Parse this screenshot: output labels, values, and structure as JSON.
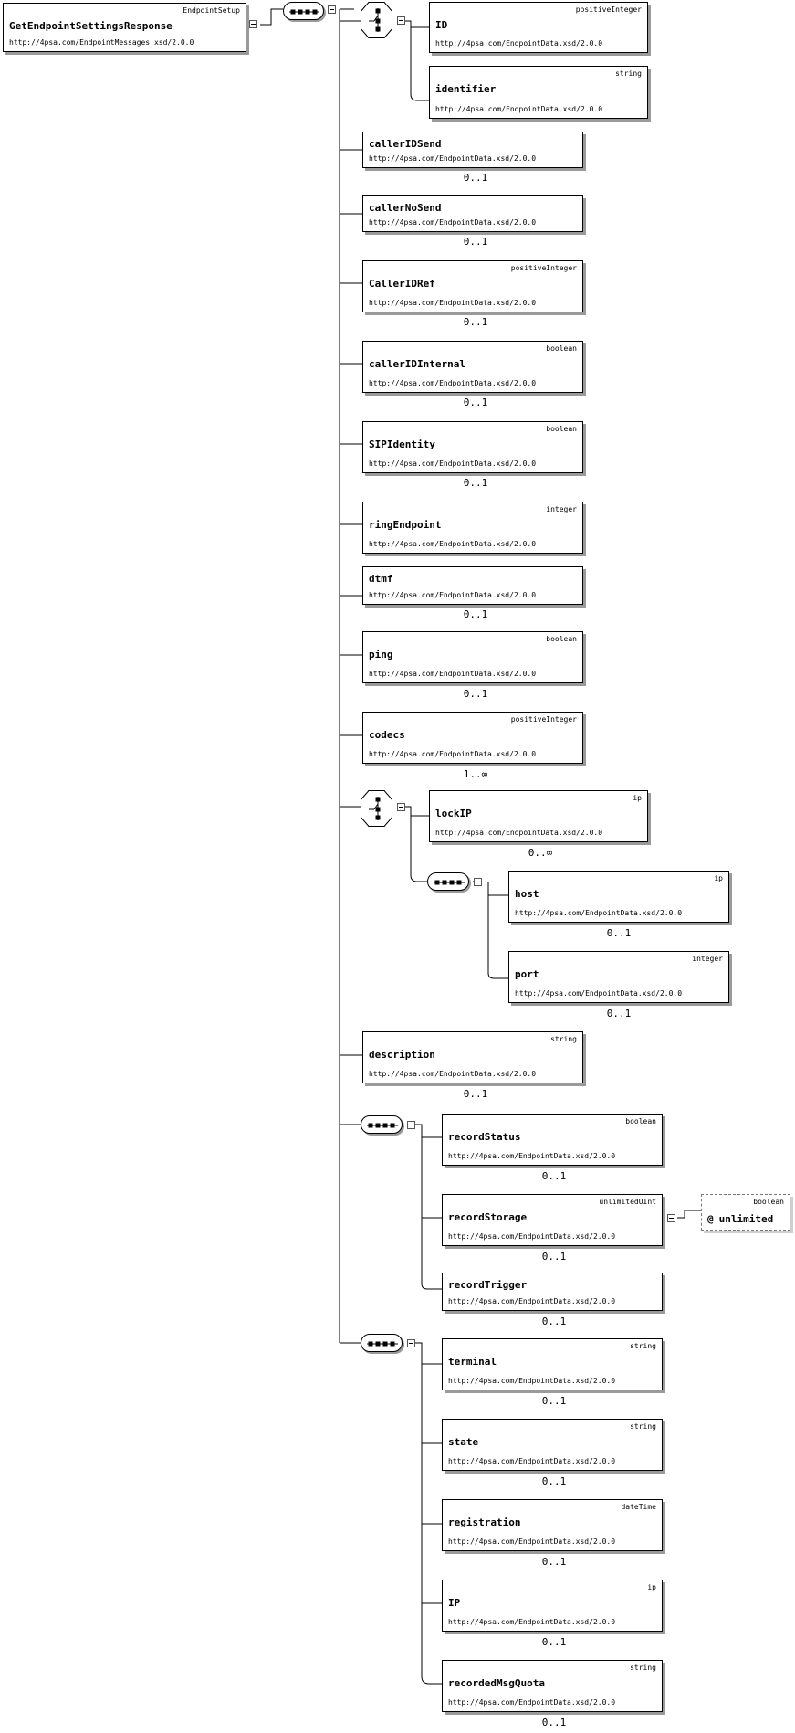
{
  "root": {
    "type": "EndpointSetup",
    "name": "GetEndpointSettingsResponse",
    "ns": "http://4psa.com/EndpointMessages.xsd/2.0.0"
  },
  "choice_group": [
    {
      "type": "positiveInteger",
      "name": "ID",
      "ns": "http://4psa.com/EndpointData.xsd/2.0.0"
    },
    {
      "type": "string",
      "name": "identifier",
      "ns": "http://4psa.com/EndpointData.xsd/2.0.0"
    }
  ],
  "sequence_items": [
    {
      "type": "",
      "name": "callerIDSend",
      "ns": "http://4psa.com/EndpointData.xsd/2.0.0",
      "occ": "0..1"
    },
    {
      "type": "",
      "name": "callerNoSend",
      "ns": "http://4psa.com/EndpointData.xsd/2.0.0",
      "occ": "0..1"
    },
    {
      "type": "positiveInteger",
      "name": "CallerIDRef",
      "ns": "http://4psa.com/EndpointData.xsd/2.0.0",
      "occ": "0..1"
    },
    {
      "type": "boolean",
      "name": "callerIDInternal",
      "ns": "http://4psa.com/EndpointData.xsd/2.0.0",
      "occ": "0..1"
    },
    {
      "type": "boolean",
      "name": "SIPIdentity",
      "ns": "http://4psa.com/EndpointData.xsd/2.0.0",
      "occ": "0..1"
    },
    {
      "type": "integer",
      "name": "ringEndpoint",
      "ns": "http://4psa.com/EndpointData.xsd/2.0.0",
      "occ": ""
    },
    {
      "type": "",
      "name": "dtmf",
      "ns": "http://4psa.com/EndpointData.xsd/2.0.0",
      "occ": "0..1"
    },
    {
      "type": "boolean",
      "name": "ping",
      "ns": "http://4psa.com/EndpointData.xsd/2.0.0",
      "occ": "0..1"
    },
    {
      "type": "positiveInteger",
      "name": "codecs",
      "ns": "http://4psa.com/EndpointData.xsd/2.0.0",
      "occ": "1..∞"
    }
  ],
  "lock_choice": {
    "lockIP": {
      "type": "ip",
      "name": "lockIP",
      "ns": "http://4psa.com/EndpointData.xsd/2.0.0",
      "occ": "0..∞"
    },
    "host": {
      "type": "ip",
      "name": "host",
      "ns": "http://4psa.com/EndpointData.xsd/2.0.0",
      "occ": "0..1"
    },
    "port": {
      "type": "integer",
      "name": "port",
      "ns": "http://4psa.com/EndpointData.xsd/2.0.0",
      "occ": "0..1"
    }
  },
  "description": {
    "type": "string",
    "name": "description",
    "ns": "http://4psa.com/EndpointData.xsd/2.0.0",
    "occ": "0..1"
  },
  "record_group": [
    {
      "type": "boolean",
      "name": "recordStatus",
      "ns": "http://4psa.com/EndpointData.xsd/2.0.0",
      "occ": "0..1"
    },
    {
      "type": "unlimitedUInt",
      "name": "recordStorage",
      "ns": "http://4psa.com/EndpointData.xsd/2.0.0",
      "occ": "0..1"
    },
    {
      "type": "",
      "name": "recordTrigger",
      "ns": "http://4psa.com/EndpointData.xsd/2.0.0",
      "occ": "0..1"
    }
  ],
  "unlimited_attr": {
    "type": "boolean",
    "prefix": "@",
    "name": "unlimited"
  },
  "status_group": [
    {
      "type": "string",
      "name": "terminal",
      "ns": "http://4psa.com/EndpointData.xsd/2.0.0",
      "occ": "0..1"
    },
    {
      "type": "string",
      "name": "state",
      "ns": "http://4psa.com/EndpointData.xsd/2.0.0",
      "occ": "0..1"
    },
    {
      "type": "dateTime",
      "name": "registration",
      "ns": "http://4psa.com/EndpointData.xsd/2.0.0",
      "occ": "0..1"
    },
    {
      "type": "ip",
      "name": "IP",
      "ns": "http://4psa.com/EndpointData.xsd/2.0.0",
      "occ": "0..1"
    },
    {
      "type": "string",
      "name": "recordedMsgQuota",
      "ns": "http://4psa.com/EndpointData.xsd/2.0.0",
      "occ": "0..1"
    }
  ]
}
